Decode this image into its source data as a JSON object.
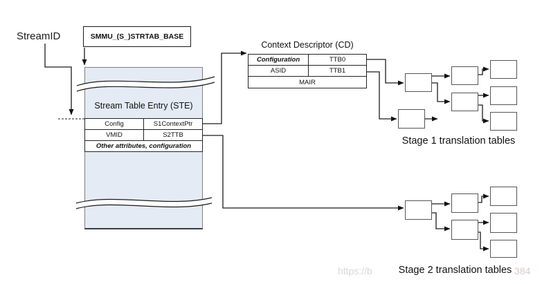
{
  "stream_id_label": "StreamID",
  "strtab_base_label": "SMMU_(S_)STRTAB_BASE",
  "ste": {
    "title": "Stream Table Entry (STE)",
    "rows": [
      {
        "left": "Config",
        "right": "S1ContextPtr"
      },
      {
        "left": "VMID",
        "right": "S2TTB"
      }
    ],
    "footer": "Other attributes, configuration"
  },
  "cd": {
    "title": "Context Descriptor (CD)",
    "rows": [
      {
        "left": "Configuration",
        "right": "TTB0"
      },
      {
        "left": "ASID",
        "right": "TTB1"
      }
    ],
    "footer": "MAIR"
  },
  "captions": {
    "stage1": "Stage 1 translation tables",
    "stage2": "Stage 2 translation tables"
  },
  "watermark": {
    "left_fragment": "https://b",
    "right_fragment": "384"
  },
  "colors": {
    "table_fill": "#e4ebf5",
    "line": "#1a1a1a",
    "box_border": "#555555"
  }
}
